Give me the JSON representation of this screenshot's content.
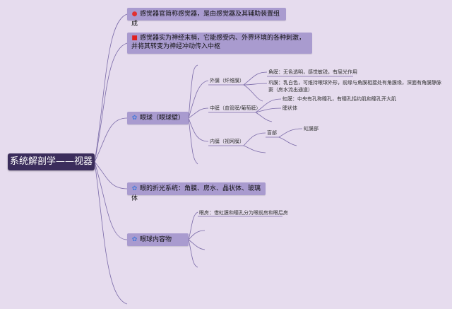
{
  "root": {
    "label": "系统解剖学——视器"
  },
  "topics": {
    "t1": {
      "icon": "red-circle-icon",
      "text": "感觉器官简称感觉器，是由感觉器及其辅助装置组成"
    },
    "t2": {
      "icon": "red-square-icon",
      "text": "感觉器实为神经末梢，它能感受内、外界环境的各种刺激，并将其转变为神经冲动传入中枢"
    },
    "t3": {
      "icon": "blue-star-icon",
      "text": "眼球（眼球壁）"
    },
    "t4": {
      "icon": "blue-star-icon",
      "text": "眼的折光系统：角膜、房水、晶状体、玻璃体"
    },
    "t5": {
      "icon": "blue-star-icon",
      "text": "眼球内容物"
    }
  },
  "eyeball": {
    "outer": {
      "label": "外膜（纤维膜）",
      "items": [
        "角膜：无色透明，感觉敏锐，有屈光作用",
        "巩膜：乳白色，可维持眼球外形，前缘与角膜相接处有角膜缘，深面有角膜静脉窦（房水流出通道）"
      ]
    },
    "middle": {
      "label": "中膜（血管膜/葡萄膜）",
      "items": [
        "虹膜：中央有孔称瞳孔，有瞳孔括约肌和瞳孔开大肌",
        "睫状体"
      ]
    },
    "inner": {
      "label": "内膜（视网膜）",
      "items": [
        "盲部"
      ],
      "sub": "虹膜部"
    }
  },
  "contents": {
    "items": [
      "眼房：借虹膜和瞳孔分为眼前房和眼后房"
    ]
  },
  "colors": {
    "background": "#e6dcee",
    "node": "#a99bcf",
    "root": "#3b2d5c",
    "line": "#7a6aa8"
  }
}
